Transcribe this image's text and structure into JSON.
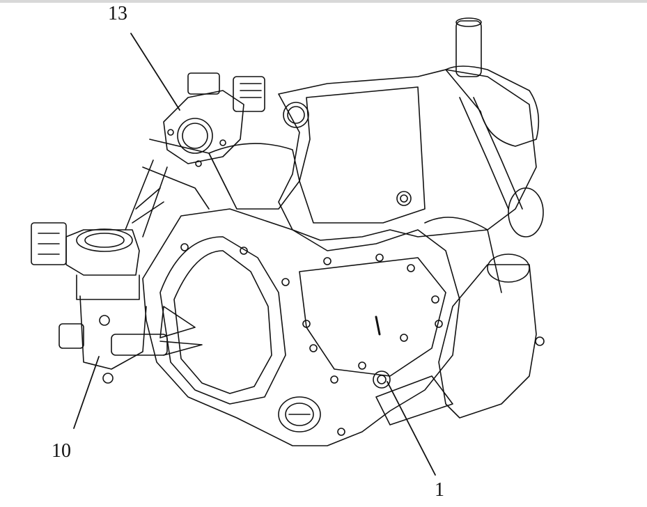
{
  "figure": {
    "labels": [
      {
        "id": "13",
        "text": "13"
      },
      {
        "id": "10",
        "text": "10"
      },
      {
        "id": "1",
        "text": "1"
      }
    ],
    "line_color": "#111111",
    "background": "#ffffff"
  }
}
